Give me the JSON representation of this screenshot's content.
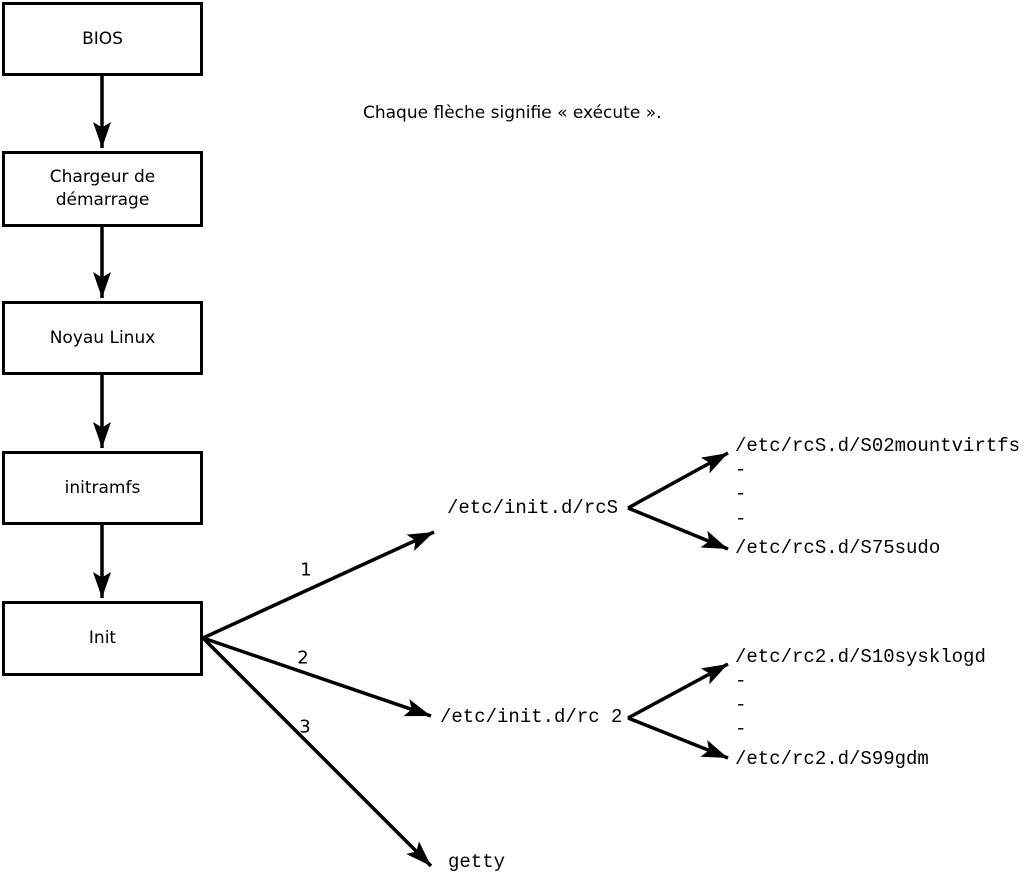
{
  "note": "Chaque flèche signifie « exécute ».",
  "boxes": [
    {
      "label": "BIOS"
    },
    {
      "label": "Chargeur de démarrage"
    },
    {
      "label": "Noyau Linux"
    },
    {
      "label": "initramfs"
    },
    {
      "label": "Init"
    }
  ],
  "branches": {
    "labels": [
      "1",
      "2",
      "3"
    ],
    "rcS": {
      "label": "/etc/init.d/rcS",
      "children": [
        "/etc/rcS.d/S02mountvirtfs",
        "-",
        "-",
        "-",
        "/etc/rcS.d/S75sudo"
      ]
    },
    "rc2": {
      "label": "/etc/init.d/rc 2",
      "children": [
        "/etc/rc2.d/S10sysklogd",
        "-",
        "-",
        "-",
        "/etc/rc2.d/S99gdm"
      ]
    },
    "getty": {
      "label": "getty"
    }
  },
  "colors": {
    "line": "#000000",
    "background": "#ffffff"
  }
}
